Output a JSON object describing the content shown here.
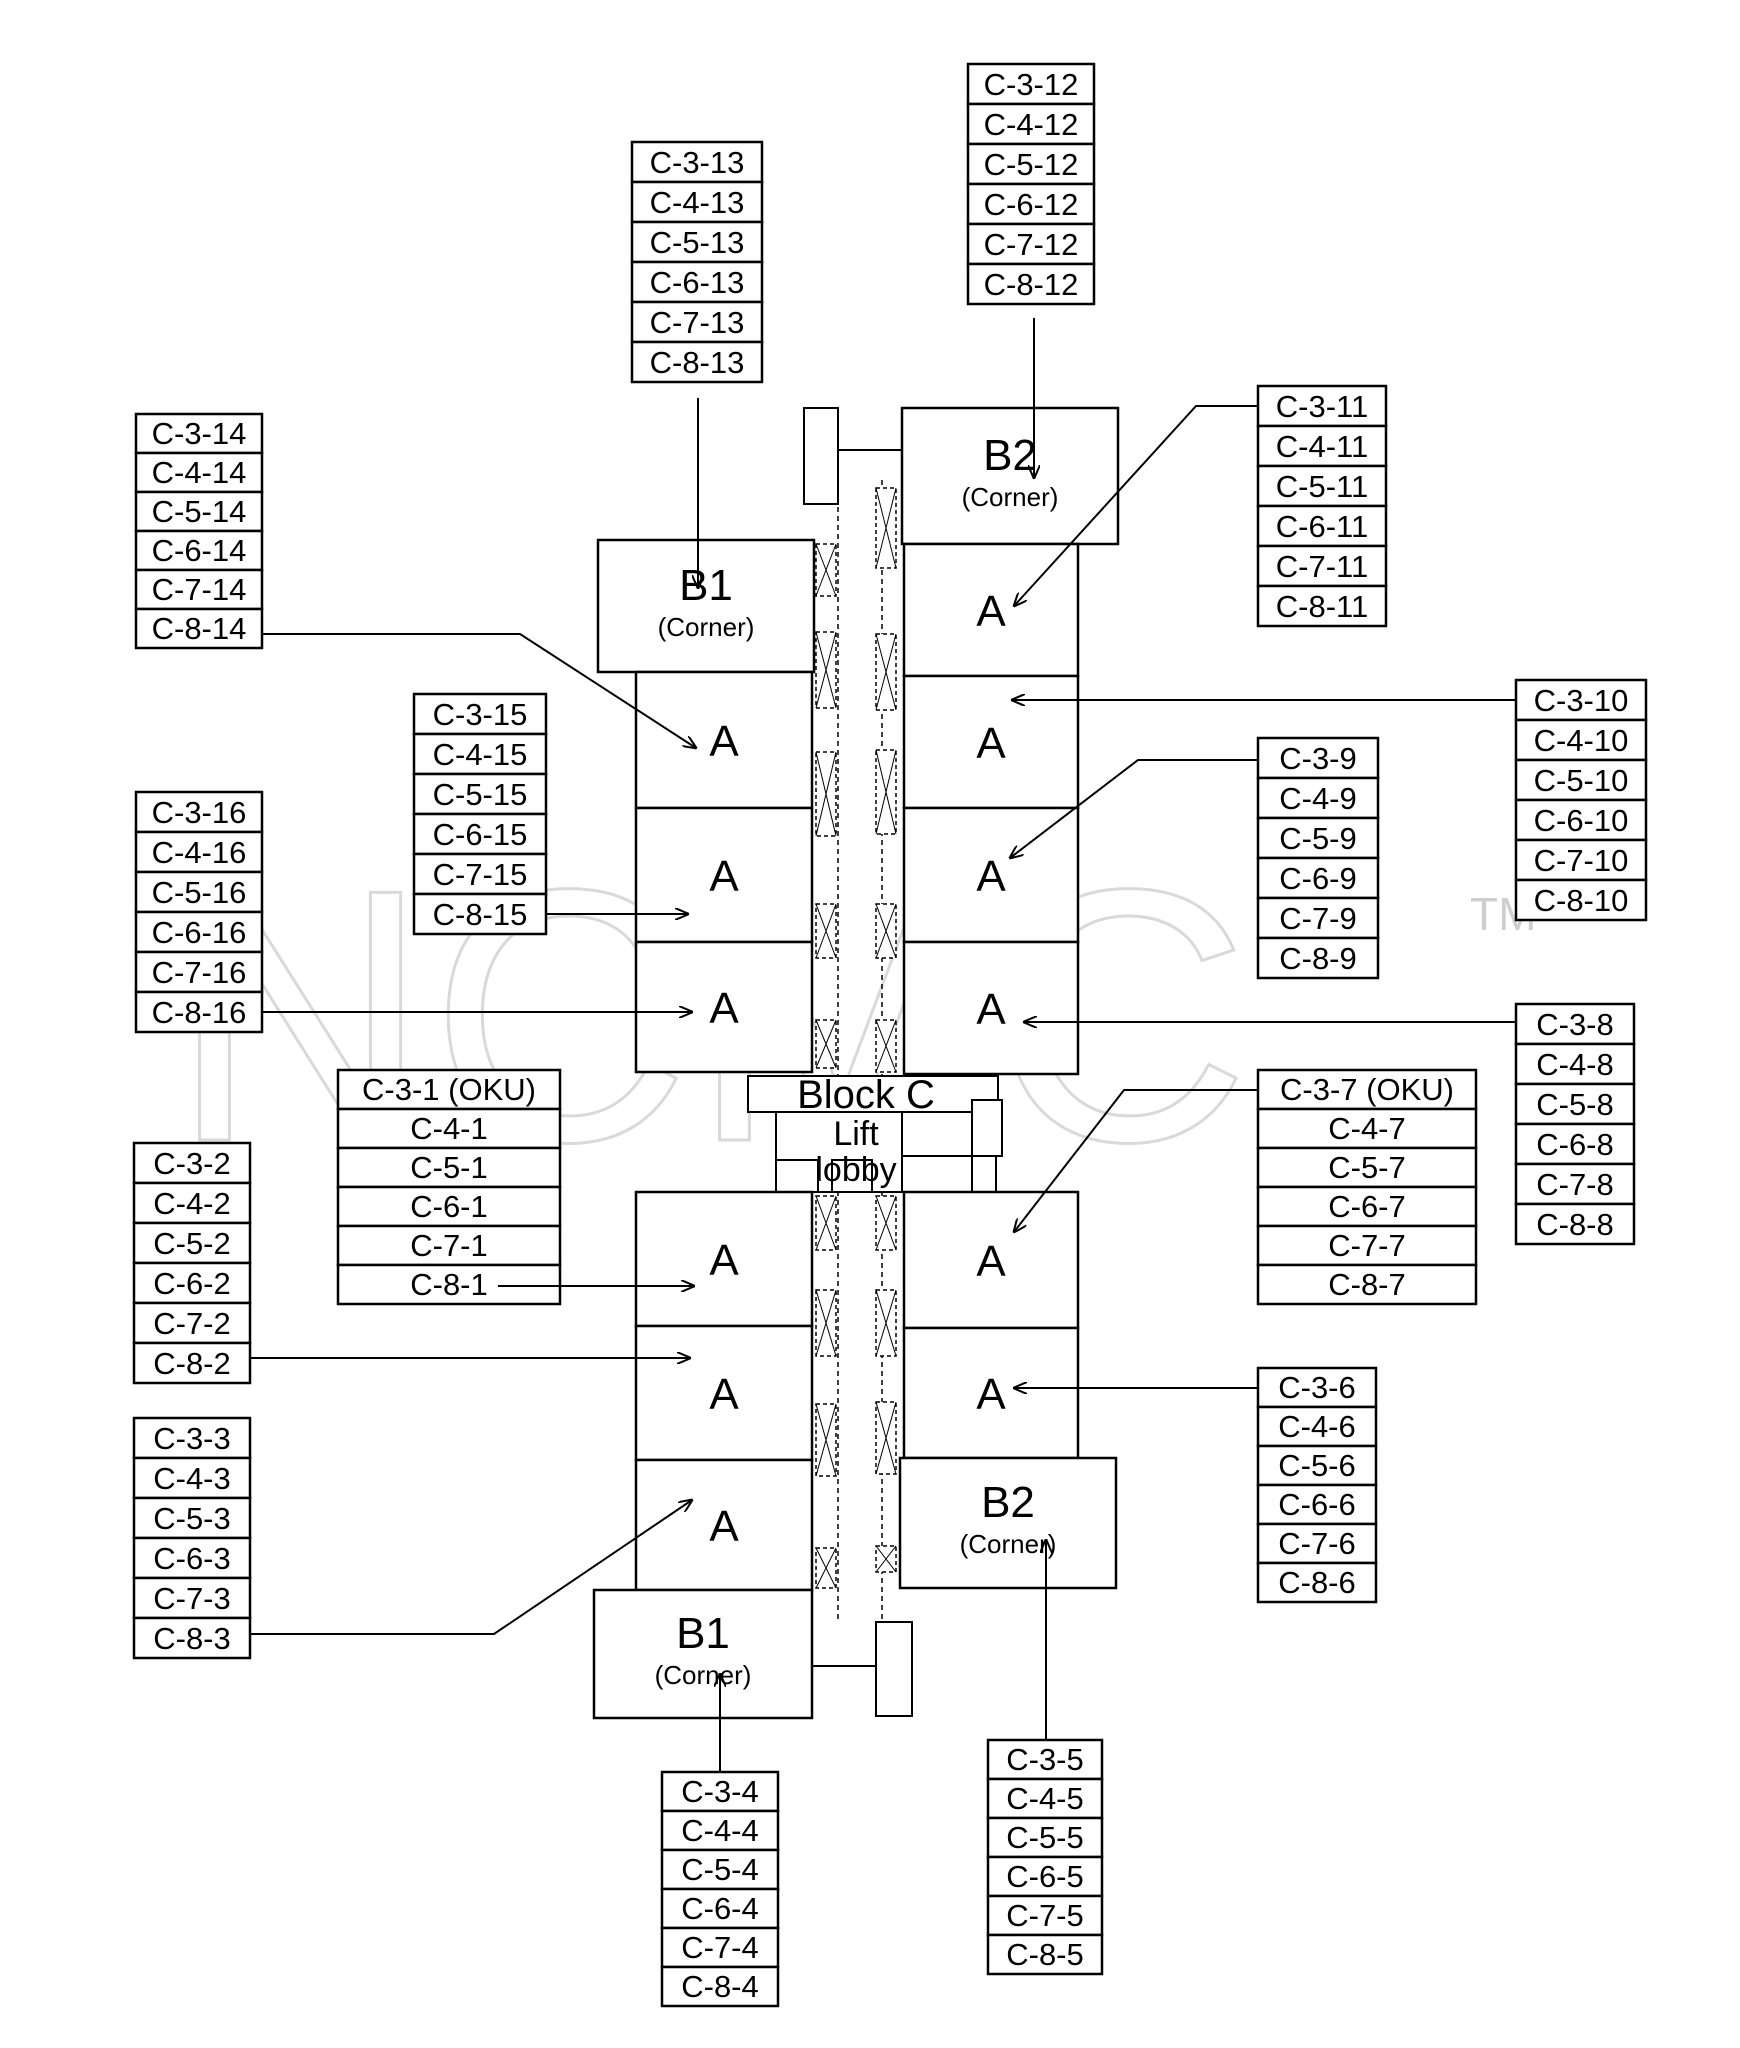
{
  "center": {
    "title": "Block C",
    "line1": "Lift",
    "line2": "lobby"
  },
  "units": [
    {
      "id": "b2-top",
      "type": "B2",
      "sub": "(Corner)"
    },
    {
      "id": "b1-top",
      "type": "B1",
      "sub": "(Corner)"
    },
    {
      "id": "a-r1",
      "type": "A",
      "sub": ""
    },
    {
      "id": "a-l1",
      "type": "A",
      "sub": ""
    },
    {
      "id": "a-r2",
      "type": "A",
      "sub": ""
    },
    {
      "id": "a-l2",
      "type": "A",
      "sub": ""
    },
    {
      "id": "a-r3",
      "type": "A",
      "sub": ""
    },
    {
      "id": "a-l3",
      "type": "A",
      "sub": ""
    },
    {
      "id": "a-r4",
      "type": "A",
      "sub": ""
    },
    {
      "id": "a-l4",
      "type": "A",
      "sub": ""
    },
    {
      "id": "a-r5",
      "type": "A",
      "sub": ""
    },
    {
      "id": "a-l5",
      "type": "A",
      "sub": ""
    },
    {
      "id": "a-r6",
      "type": "A",
      "sub": ""
    },
    {
      "id": "a-l6",
      "type": "A",
      "sub": ""
    },
    {
      "id": "a-l7",
      "type": "A",
      "sub": ""
    },
    {
      "id": "b2-bottom",
      "type": "B2",
      "sub": "(Corner)"
    },
    {
      "id": "b1-bottom",
      "type": "B1",
      "sub": "(Corner)"
    }
  ],
  "groups": [
    {
      "id": "g12",
      "labels": [
        "C-3-12",
        "C-4-12",
        "C-5-12",
        "C-6-12",
        "C-7-12",
        "C-8-12"
      ]
    },
    {
      "id": "g13",
      "labels": [
        "C-3-13",
        "C-4-13",
        "C-5-13",
        "C-6-13",
        "C-7-13",
        "C-8-13"
      ]
    },
    {
      "id": "g11",
      "labels": [
        "C-3-11",
        "C-4-11",
        "C-5-11",
        "C-6-11",
        "C-7-11",
        "C-8-11"
      ]
    },
    {
      "id": "g14",
      "labels": [
        "C-3-14",
        "C-4-14",
        "C-5-14",
        "C-6-14",
        "C-7-14",
        "C-8-14"
      ]
    },
    {
      "id": "g10",
      "labels": [
        "C-3-10",
        "C-4-10",
        "C-5-10",
        "C-6-10",
        "C-7-10",
        "C-8-10"
      ]
    },
    {
      "id": "g15",
      "labels": [
        "C-3-15",
        "C-4-15",
        "C-5-15",
        "C-6-15",
        "C-7-15",
        "C-8-15"
      ]
    },
    {
      "id": "g9",
      "labels": [
        "C-3-9",
        "C-4-9",
        "C-5-9",
        "C-6-9",
        "C-7-9",
        "C-8-9"
      ]
    },
    {
      "id": "g16",
      "labels": [
        "C-3-16",
        "C-4-16",
        "C-5-16",
        "C-6-16",
        "C-7-16",
        "C-8-16"
      ]
    },
    {
      "id": "g8",
      "labels": [
        "C-3-8",
        "C-4-8",
        "C-5-8",
        "C-6-8",
        "C-7-8",
        "C-8-8"
      ]
    },
    {
      "id": "g1",
      "labels": [
        "C-3-1 (OKU)",
        "C-4-1",
        "C-5-1",
        "C-6-1",
        "C-7-1",
        "C-8-1"
      ]
    },
    {
      "id": "g7",
      "labels": [
        "C-3-7 (OKU)",
        "C-4-7",
        "C-5-7",
        "C-6-7",
        "C-7-7",
        "C-8-7"
      ]
    },
    {
      "id": "g2",
      "labels": [
        "C-3-2",
        "C-4-2",
        "C-5-2",
        "C-6-2",
        "C-7-2",
        "C-8-2"
      ]
    },
    {
      "id": "g6",
      "labels": [
        "C-3-6",
        "C-4-6",
        "C-5-6",
        "C-6-6",
        "C-7-6",
        "C-8-6"
      ]
    },
    {
      "id": "g3",
      "labels": [
        "C-3-3",
        "C-4-3",
        "C-5-3",
        "C-6-3",
        "C-7-3",
        "C-8-3"
      ]
    },
    {
      "id": "g4",
      "labels": [
        "C-3-4",
        "C-4-4",
        "C-5-4",
        "C-6-4",
        "C-7-4",
        "C-8-4"
      ]
    },
    {
      "id": "g5",
      "labels": [
        "C-3-5",
        "C-4-5",
        "C-5-5",
        "C-6-5",
        "C-7-5",
        "C-8-5"
      ]
    }
  ],
  "watermark": {
    "text": "NCMC",
    "tm": "TM"
  }
}
